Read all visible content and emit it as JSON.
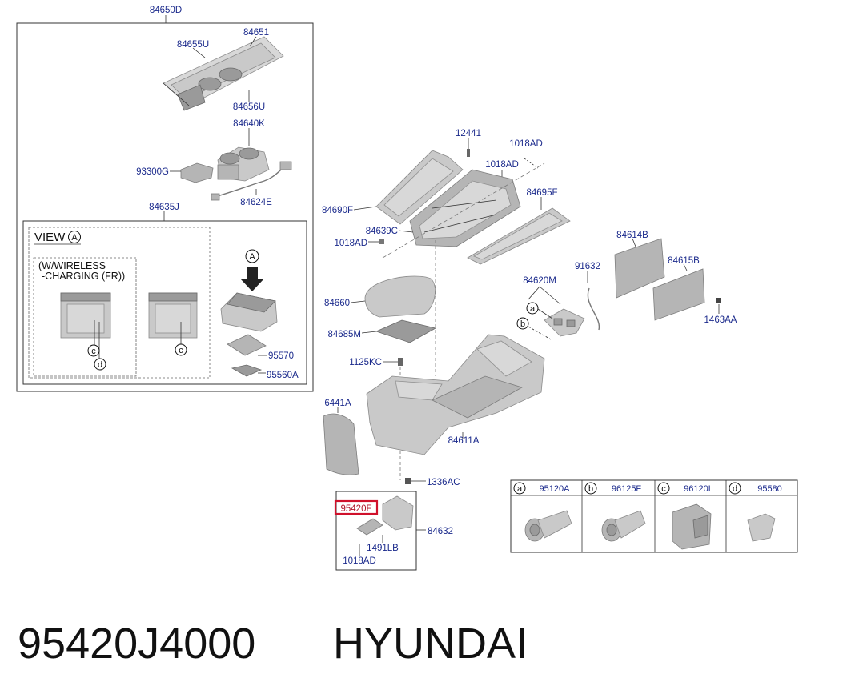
{
  "labels": {
    "p84650D": "84650D",
    "p84651": "84651",
    "p84655U": "84655U",
    "p84656U": "84656U",
    "p84640K": "84640K",
    "p93300G": "93300G",
    "p84624E": "84624E",
    "p84635J": "84635J",
    "p95570": "95570",
    "p95560A": "95560A",
    "p12441": "12441",
    "p1018AD_a": "1018AD",
    "p1018AD_b": "1018AD",
    "p84690F": "84690F",
    "p84695F": "84695F",
    "p84639C": "84639C",
    "p1018AD_c": "1018AD",
    "p84614B": "84614B",
    "p84615B": "84615B",
    "p91632": "91632",
    "p84620M": "84620M",
    "p1463AA": "1463AA",
    "p84660": "84660",
    "p84685M": "84685M",
    "p1125KC": "1125KC",
    "p6441A": "6441A",
    "p84611A": "84611A",
    "p1336AC": "1336AC",
    "p95420F": "95420F",
    "p84632": "84632",
    "p1491LB": "1491LB",
    "p1018AD_d": "1018AD"
  },
  "view_inset": {
    "title": "VIEW",
    "title_circle": "A",
    "note_line1": "(W/WIRELESS",
    "note_line2": "-CHARGING (FR))",
    "arrow_circle": "A"
  },
  "callouts": {
    "a": "a",
    "b": "b",
    "c": "c",
    "d": "d"
  },
  "legend_table": [
    {
      "letter": "a",
      "part": "95120A"
    },
    {
      "letter": "b",
      "part": "96125F"
    },
    {
      "letter": "c",
      "part": "96120L"
    },
    {
      "letter": "d",
      "part": "95580"
    }
  ],
  "highlighted_part": "95420F",
  "footer": {
    "part_number": "95420J4000",
    "brand": "HYUNDAI"
  },
  "colors": {
    "label_blue": "#1b2a8c",
    "highlight_red": "#d0112b",
    "part_gray": "#c9c9c9"
  }
}
